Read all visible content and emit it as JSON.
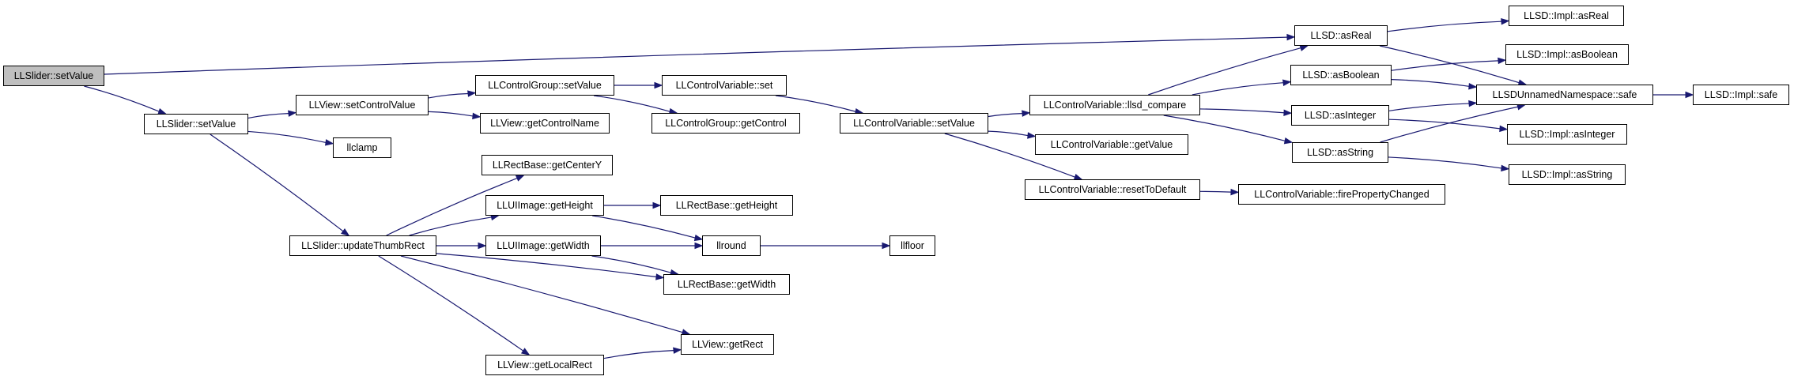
{
  "nodes": {
    "root_setvalue": "LLSlider::setValue",
    "slider_setvalue": "LLSlider::setValue",
    "view_setcontrolvalue": "LLView::setControlValue",
    "llclamp": "llclamp",
    "slider_updatethumbrect": "LLSlider::updateThumbRect",
    "controlgroup_setvalue": "LLControlGroup::setValue",
    "view_getcontrolname": "LLView::getControlName",
    "rectbase_getcentery": "LLRectBase::getCenterY",
    "uiimage_getheight": "LLUIImage::getHeight",
    "uiimage_getwidth": "LLUIImage::getWidth",
    "view_getlocalrect": "LLView::getLocalRect",
    "controlvariable_set": "LLControlVariable::set",
    "controlgroup_getcontrol": "LLControlGroup::getControl",
    "rectbase_getheight": "LLRectBase::getHeight",
    "llround": "llround",
    "rectbase_getwidth": "LLRectBase::getWidth",
    "view_getrect": "LLView::getRect",
    "controlvariable_setvalue": "LLControlVariable::setValue",
    "llfloor": "llfloor",
    "controlvariable_llsd_compare": "LLControlVariable::llsd_compare",
    "controlvariable_getvalue": "LLControlVariable::getValue",
    "controlvariable_resettodefault": "LLControlVariable::resetToDefault",
    "controlvariable_firepropertychanged": "LLControlVariable::firePropertyChanged",
    "llsd_asreal": "LLSD::asReal",
    "llsd_asboolean": "LLSD::asBoolean",
    "llsd_asinteger": "LLSD::asInteger",
    "llsd_asstring": "LLSD::asString",
    "impl_asreal": "LLSD::Impl::asReal",
    "impl_asboolean": "LLSD::Impl::asBoolean",
    "unnamed_safe": "LLSDUnnamedNamespace::safe",
    "impl_asinteger": "LLSD::Impl::asInteger",
    "impl_asstring": "LLSD::Impl::asString",
    "impl_safe": "LLSD::Impl::safe"
  },
  "edges": [
    [
      "root_setvalue",
      "slider_setvalue"
    ],
    [
      "root_setvalue",
      "llsd_asreal"
    ],
    [
      "slider_setvalue",
      "view_setcontrolvalue"
    ],
    [
      "slider_setvalue",
      "llclamp"
    ],
    [
      "slider_setvalue",
      "slider_updatethumbrect"
    ],
    [
      "view_setcontrolvalue",
      "controlgroup_setvalue"
    ],
    [
      "view_setcontrolvalue",
      "view_getcontrolname"
    ],
    [
      "controlgroup_setvalue",
      "controlvariable_set"
    ],
    [
      "controlgroup_setvalue",
      "controlgroup_getcontrol"
    ],
    [
      "controlvariable_set",
      "controlvariable_setvalue"
    ],
    [
      "controlvariable_setvalue",
      "controlvariable_llsd_compare"
    ],
    [
      "controlvariable_setvalue",
      "controlvariable_getvalue"
    ],
    [
      "controlvariable_setvalue",
      "controlvariable_resettodefault"
    ],
    [
      "controlvariable_resettodefault",
      "controlvariable_firepropertychanged"
    ],
    [
      "controlvariable_llsd_compare",
      "llsd_asreal"
    ],
    [
      "controlvariable_llsd_compare",
      "llsd_asboolean"
    ],
    [
      "controlvariable_llsd_compare",
      "llsd_asinteger"
    ],
    [
      "controlvariable_llsd_compare",
      "llsd_asstring"
    ],
    [
      "llsd_asreal",
      "impl_asreal"
    ],
    [
      "llsd_asreal",
      "unnamed_safe"
    ],
    [
      "llsd_asboolean",
      "impl_asboolean"
    ],
    [
      "llsd_asboolean",
      "unnamed_safe"
    ],
    [
      "llsd_asinteger",
      "unnamed_safe"
    ],
    [
      "llsd_asinteger",
      "impl_asinteger"
    ],
    [
      "llsd_asstring",
      "unnamed_safe"
    ],
    [
      "llsd_asstring",
      "impl_asstring"
    ],
    [
      "unnamed_safe",
      "impl_safe"
    ],
    [
      "slider_updatethumbrect",
      "rectbase_getcentery"
    ],
    [
      "slider_updatethumbrect",
      "uiimage_getheight"
    ],
    [
      "slider_updatethumbrect",
      "uiimage_getwidth"
    ],
    [
      "slider_updatethumbrect",
      "rectbase_getwidth"
    ],
    [
      "slider_updatethumbrect",
      "view_getlocalrect"
    ],
    [
      "slider_updatethumbrect",
      "view_getrect"
    ],
    [
      "uiimage_getheight",
      "rectbase_getheight"
    ],
    [
      "uiimage_getheight",
      "llround"
    ],
    [
      "uiimage_getwidth",
      "llround"
    ],
    [
      "uiimage_getwidth",
      "rectbase_getwidth"
    ],
    [
      "view_getlocalrect",
      "view_getrect"
    ],
    [
      "llround",
      "llfloor"
    ]
  ]
}
